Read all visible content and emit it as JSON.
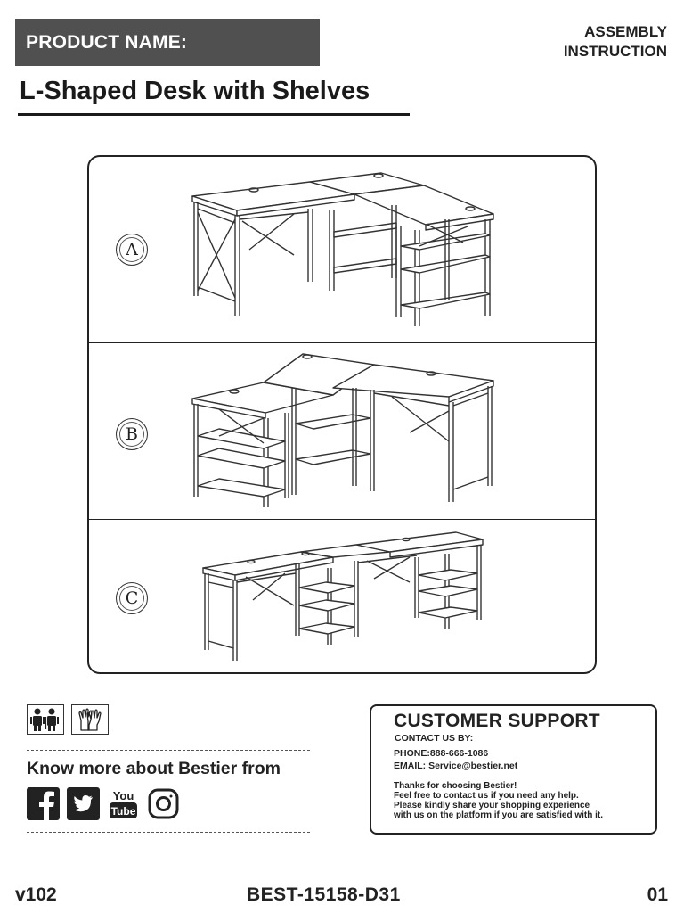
{
  "header": {
    "product_name_label": "PRODUCT NAME:",
    "doc_type_line1": "ASSEMBLY",
    "doc_type_line2": "INSTRUCTION",
    "product_title": "L-Shaped Desk with Shelves"
  },
  "configurations": [
    {
      "label": "A"
    },
    {
      "label": "B"
    },
    {
      "label": "C"
    }
  ],
  "requirements": {
    "icons": [
      "two-persons-with-screwdriver-icon",
      "gloves-icon"
    ]
  },
  "social": {
    "heading": "Know more about Bestier from",
    "youtube_you": "You",
    "youtube_tube": "Tube",
    "icons": [
      "facebook-icon",
      "twitter-icon",
      "youtube-icon",
      "instagram-icon"
    ]
  },
  "support": {
    "title": "CUSTOMER SUPPORT",
    "contact_label": "CONTACT US BY:",
    "phone": "PHONE:888-666-1086",
    "email": "EMAIL: Service@bestier.net",
    "thanks_lines": [
      "Thanks for choosing Bestier!",
      "Feel free to contact us if you need any help.",
      "Please kindly share your shopping experience",
      "with us on the platform if you are satisfied with it."
    ]
  },
  "footer": {
    "version": "v102",
    "model": "BEST-15158-D31",
    "page": "01"
  },
  "colors": {
    "header_bar": "#505050",
    "ink": "#1a1a1a"
  }
}
